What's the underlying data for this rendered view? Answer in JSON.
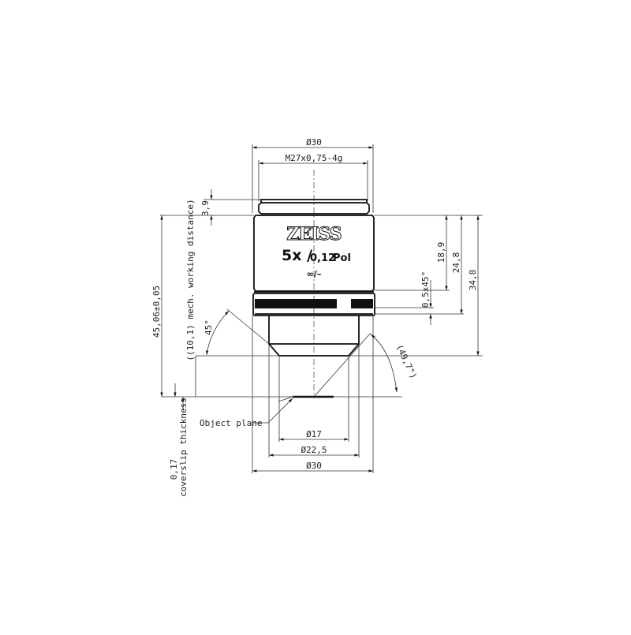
{
  "drawing": {
    "title": "Microscope objective dimension drawing",
    "brand": "ZEISS",
    "objective_marking": {
      "magnification": "5x /",
      "numerical_aperture": "0,12",
      "suffix": "Pol",
      "correction": "∞/–"
    },
    "dimensions": {
      "top_diameter": "Ø30",
      "thread": "M27x0,75-4g",
      "thread_height": "3,9",
      "parfocal_length": "45,06±0,05",
      "working_distance": "((10,1) mech. working distance)",
      "angle_left": "45°",
      "angle_right": "(49,7°)",
      "height_18_9": "18,9",
      "height_24_8": "24,8",
      "height_34_8": "34,8",
      "chamfer": "0,5x45°",
      "object_plane": "Object plane",
      "dia_17": "Ø17",
      "dia_22_5": "Ø22,5",
      "dia_30_bottom": "Ø30",
      "coverslip_value": "0,17",
      "coverslip_label": "coverslip thickness"
    },
    "colors": {
      "line": "#111111",
      "background": "#ffffff"
    }
  }
}
